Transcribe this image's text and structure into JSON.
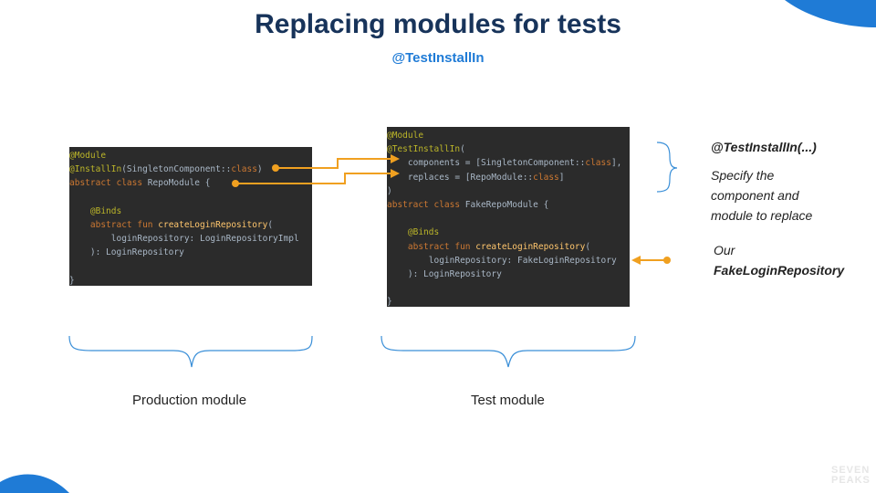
{
  "slide": {
    "title": "Replacing modules for tests",
    "subtitle": "@TestInstallIn"
  },
  "colors": {
    "title": "#17335a",
    "accent": "#1f7bd6",
    "arrow": "#f0a020",
    "brace": "#3a8fd8",
    "code_bg": "#2b2b2b"
  },
  "production_code": [
    [
      {
        "t": "@Module",
        "c": "ann"
      }
    ],
    [
      {
        "t": "@InstallIn",
        "c": "ann"
      },
      {
        "t": "(SingletonComponent::",
        "c": "tx"
      },
      {
        "t": "class",
        "c": "kw"
      },
      {
        "t": ")",
        "c": "tx"
      }
    ],
    [
      {
        "t": "abstract class ",
        "c": "kw"
      },
      {
        "t": "RepoModule {",
        "c": "tx"
      }
    ],
    [
      {
        "t": "",
        "c": "tx"
      }
    ],
    [
      {
        "t": "    ",
        "c": "tx"
      },
      {
        "t": "@Binds",
        "c": "ann"
      }
    ],
    [
      {
        "t": "    ",
        "c": "tx"
      },
      {
        "t": "abstract fun ",
        "c": "kw"
      },
      {
        "t": "createLoginRepository",
        "c": "fn"
      },
      {
        "t": "(",
        "c": "tx"
      }
    ],
    [
      {
        "t": "        loginRepository: LoginRepositoryImpl",
        "c": "tx"
      }
    ],
    [
      {
        "t": "    ): LoginRepository",
        "c": "tx"
      }
    ],
    [
      {
        "t": "",
        "c": "tx"
      }
    ],
    [
      {
        "t": "}",
        "c": "tx"
      }
    ]
  ],
  "test_code": [
    [
      {
        "t": "@Module",
        "c": "ann"
      }
    ],
    [
      {
        "t": "@TestInstallIn",
        "c": "ann"
      },
      {
        "t": "(",
        "c": "tx"
      }
    ],
    [
      {
        "t": "    components = [SingletonComponent::",
        "c": "tx"
      },
      {
        "t": "class",
        "c": "kw"
      },
      {
        "t": "],",
        "c": "tx"
      }
    ],
    [
      {
        "t": "    replaces = [RepoModule::",
        "c": "tx"
      },
      {
        "t": "class",
        "c": "kw"
      },
      {
        "t": "]",
        "c": "tx"
      }
    ],
    [
      {
        "t": ")",
        "c": "tx"
      }
    ],
    [
      {
        "t": "abstract class ",
        "c": "kw"
      },
      {
        "t": "FakeRepoModule {",
        "c": "tx"
      }
    ],
    [
      {
        "t": "",
        "c": "tx"
      }
    ],
    [
      {
        "t": "    ",
        "c": "tx"
      },
      {
        "t": "@Binds",
        "c": "ann"
      }
    ],
    [
      {
        "t": "    ",
        "c": "tx"
      },
      {
        "t": "abstract fun ",
        "c": "kw"
      },
      {
        "t": "createLoginRepository",
        "c": "fn"
      },
      {
        "t": "(",
        "c": "tx"
      }
    ],
    [
      {
        "t": "        loginRepository: FakeLoginRepository",
        "c": "tx"
      }
    ],
    [
      {
        "t": "    ): LoginRepository",
        "c": "tx"
      }
    ],
    [
      {
        "t": "",
        "c": "tx"
      }
    ],
    [
      {
        "t": "}",
        "c": "tx"
      }
    ]
  ],
  "labels": {
    "production": "Production module",
    "test": "Test module"
  },
  "side_notes": {
    "testinstallin_heading": "@TestInstallIn(...)",
    "testinstallin_desc_1": "Specify the",
    "testinstallin_desc_2": "component and",
    "testinstallin_desc_3": "module to replace",
    "fake_line_1": "Our",
    "fake_line_2": "FakeLoginRepository"
  },
  "logo": {
    "line1": "SEVEN",
    "line2": "PEAKS"
  }
}
